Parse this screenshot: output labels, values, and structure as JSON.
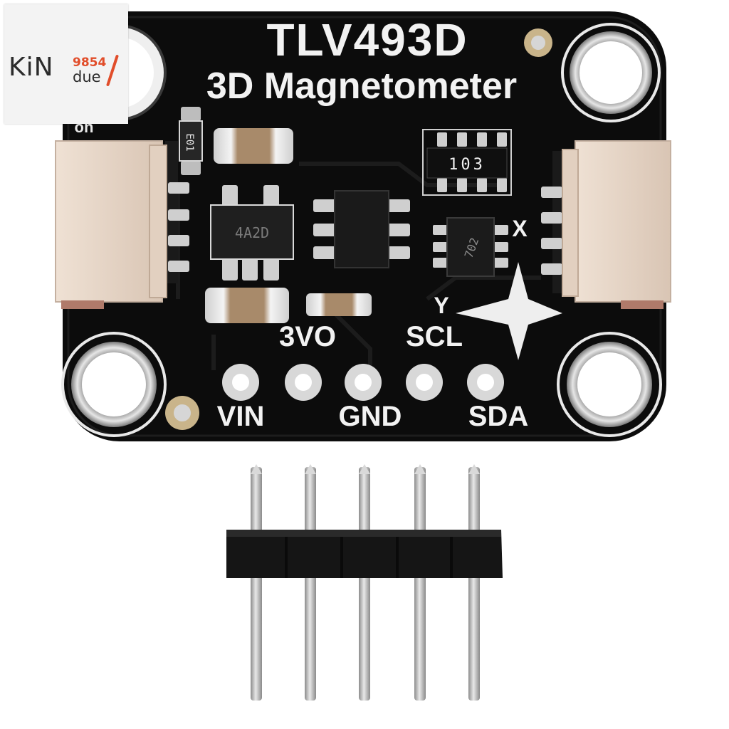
{
  "board": {
    "title": "TLV493D",
    "subtitle": "3D Magnetometer",
    "pins": [
      {
        "label": "VIN"
      },
      {
        "label": "3VO"
      },
      {
        "label": "GND"
      },
      {
        "label": "SCL"
      },
      {
        "label": "SDA"
      }
    ],
    "axis_x": "X",
    "axis_y": "Y",
    "chip_marking_resistor": "103",
    "chip_marking_regulator": "4A2D",
    "chip_marking_sensor": "702",
    "chip_marking_small": "E01",
    "connector_edge_text": "on"
  },
  "watermark": {
    "main": "KiN",
    "number": "9854",
    "sub": "due"
  },
  "colors": {
    "pcb": "#0d0d0d",
    "silkscreen": "#f2f2f2",
    "connector": "#e8d7c9",
    "pad": "#c9c9c9",
    "capacitor": "#b89a7a",
    "header_plastic": "#141414",
    "header_pin": "#b8b8b8"
  }
}
